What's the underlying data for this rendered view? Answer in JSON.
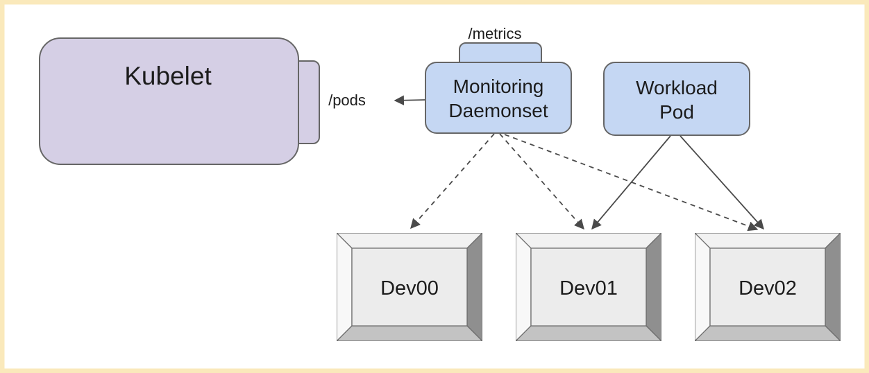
{
  "diagram": {
    "nodes": {
      "kubelet": {
        "label": "Kubelet",
        "shape": "rounded-rect-with-port-tab",
        "fill": "#d5cfe5"
      },
      "monitoring_daemonset": {
        "label_line1": "Monitoring",
        "label_line2": "Daemonset",
        "shape": "rounded-rect-with-top-tab",
        "fill": "#c5d7f3"
      },
      "workload_pod": {
        "label_line1": "Workload",
        "label_line2": "Pod",
        "shape": "rounded-rect",
        "fill": "#c5d7f3"
      },
      "dev00": {
        "label": "Dev00",
        "shape": "beveled-3d-box"
      },
      "dev01": {
        "label": "Dev01",
        "shape": "beveled-3d-box"
      },
      "dev02": {
        "label": "Dev02",
        "shape": "beveled-3d-box"
      }
    },
    "annotations": {
      "pods_endpoint": "/pods",
      "metrics_endpoint": "/metrics"
    },
    "edges": [
      {
        "from": "monitoring_daemonset",
        "to": "kubelet",
        "style": "solid-arrow",
        "label": "/pods"
      },
      {
        "from": "monitoring_daemonset",
        "to": "dev00",
        "style": "dashed-arrow"
      },
      {
        "from": "monitoring_daemonset",
        "to": "dev01",
        "style": "dashed-arrow"
      },
      {
        "from": "monitoring_daemonset",
        "to": "dev02",
        "style": "dashed-arrow"
      },
      {
        "from": "workload_pod",
        "to": "dev01",
        "style": "solid-arrow"
      },
      {
        "from": "workload_pod",
        "to": "dev02",
        "style": "solid-arrow"
      }
    ],
    "colors": {
      "frame_border": "#fae9bb",
      "background": "#ffffff",
      "kubelet_fill": "#d5cfe5",
      "pod_fill": "#c5d7f3",
      "node_stroke": "#666666",
      "arrow_stroke": "#4a4a4a",
      "device_face": "#ececec",
      "device_bevel_top": "#f2f2f2",
      "device_bevel_left": "#f8f8f8",
      "device_bevel_right": "#8f8f8f",
      "device_bevel_bottom": "#c3c3c3",
      "text": "#1c1c1c"
    }
  }
}
